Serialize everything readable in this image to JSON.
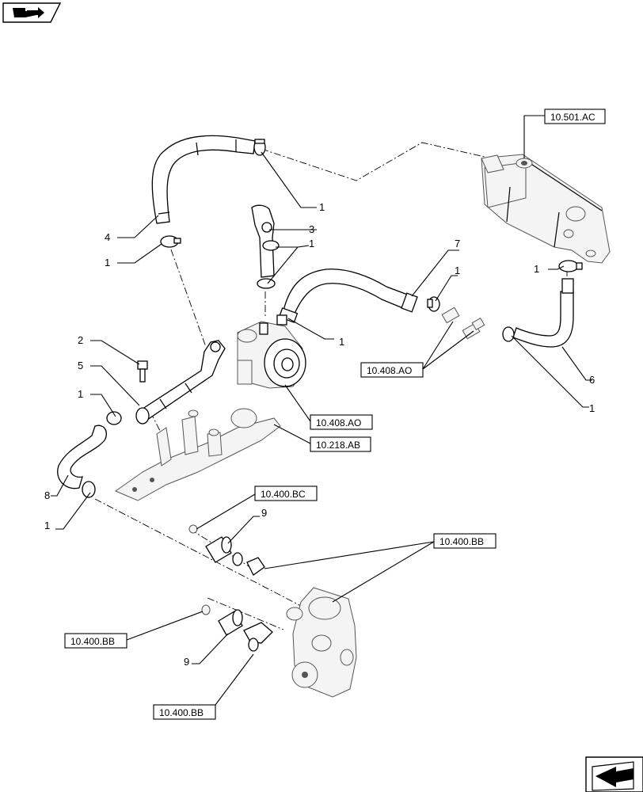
{
  "icons": {
    "top_left": "book-arrow-icon",
    "bottom_right": "arrow-next-icon"
  },
  "callouts": {
    "c1a": "1",
    "c1b": "1",
    "c1c": "1",
    "c1d": "1",
    "c1e": "1",
    "c1f": "1",
    "c1g": "1",
    "c1h": "1",
    "c1i": "1",
    "c2": "2",
    "c3": "3",
    "c4": "4",
    "c5": "5",
    "c6": "6",
    "c7": "7",
    "c8": "8",
    "c9a": "9",
    "c9b": "9"
  },
  "refs": {
    "r_501ac": "10.501.AC",
    "r_408ao_a": "10.408.AO",
    "r_408ao_b": "10.408.AO",
    "r_218ab": "10.218.AB",
    "r_400bc": "10.400.BC",
    "r_400bb_a": "10.400.BB",
    "r_400bb_b": "10.400.BB",
    "r_400bb_c": "10.400.BB"
  }
}
